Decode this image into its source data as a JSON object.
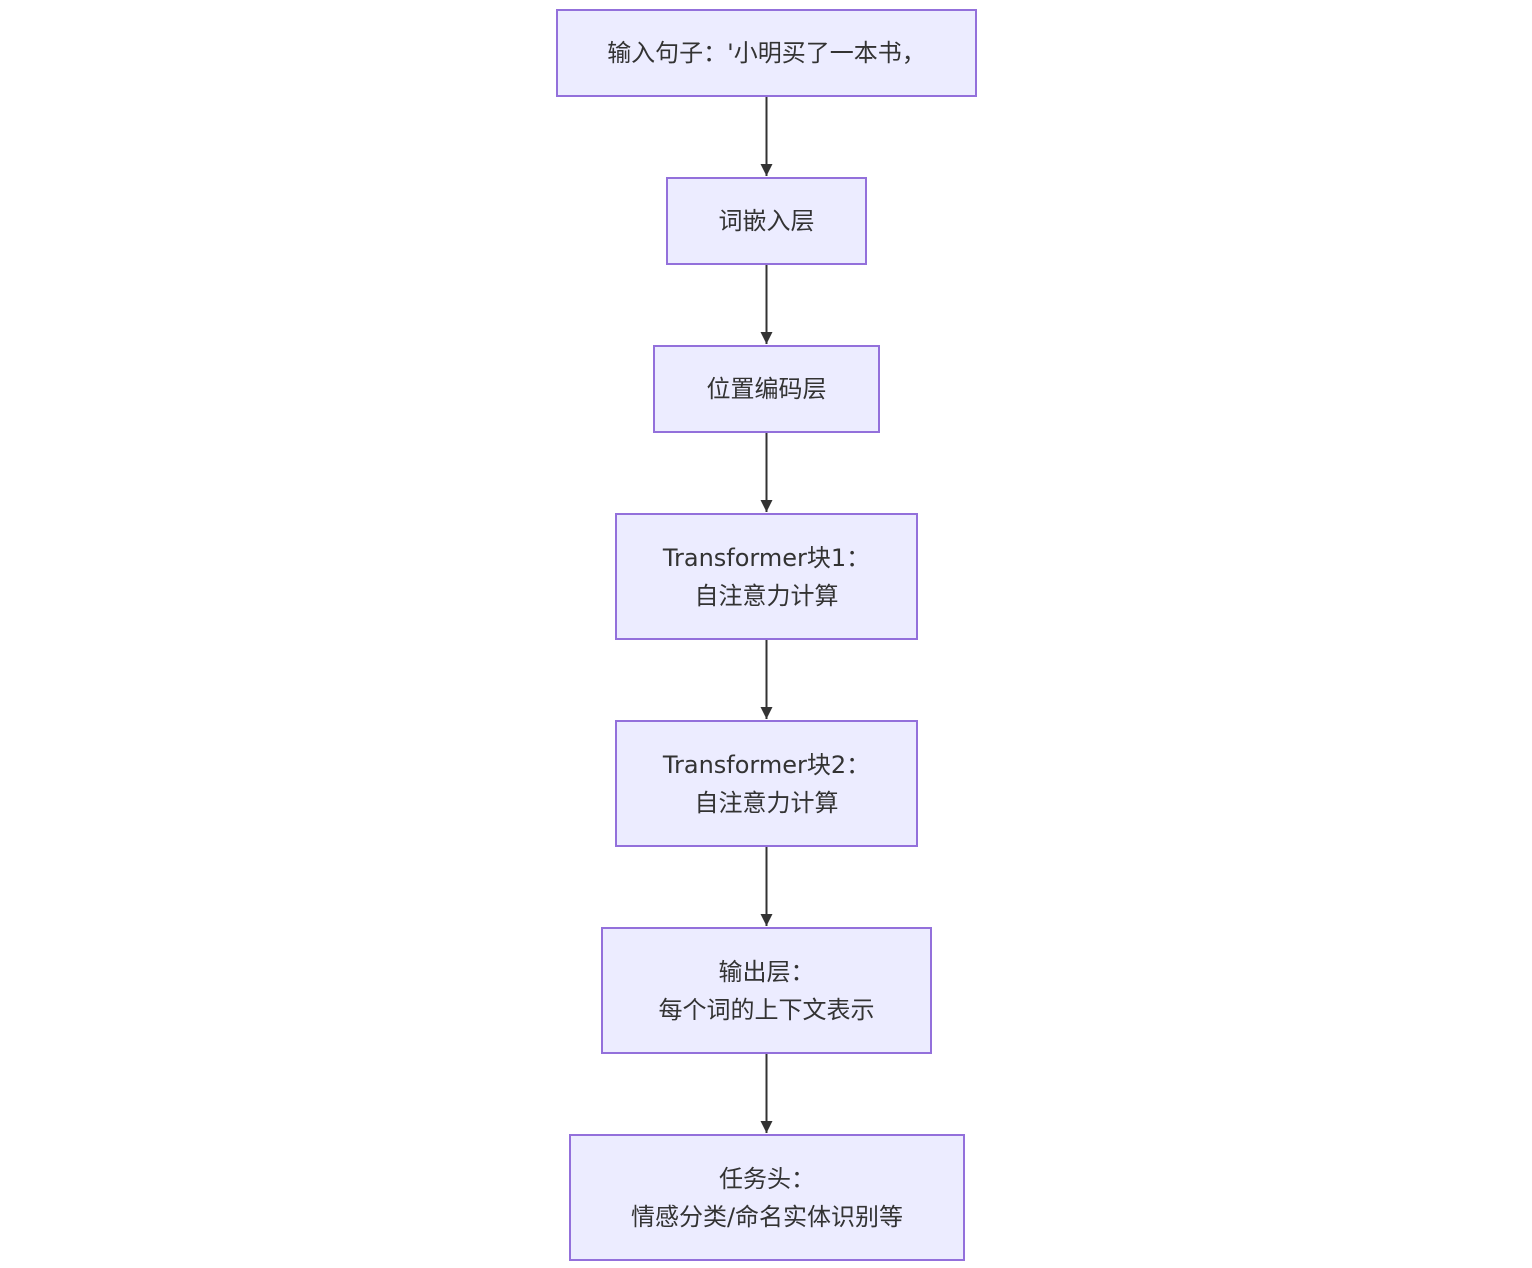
{
  "nodes": [
    {
      "id": "input",
      "lines": [
        "输入句子：'小明买了一本书，"
      ]
    },
    {
      "id": "embedding",
      "lines": [
        "词嵌入层"
      ]
    },
    {
      "id": "position",
      "lines": [
        "位置编码层"
      ]
    },
    {
      "id": "transformer1",
      "lines": [
        "Transformer块1：",
        "自注意力计算"
      ]
    },
    {
      "id": "transformer2",
      "lines": [
        "Transformer块2：",
        "自注意力计算"
      ]
    },
    {
      "id": "output",
      "lines": [
        "输出层：",
        "每个词的上下文表示"
      ]
    },
    {
      "id": "task-head",
      "lines": [
        "任务头：",
        "情感分类/命名实体识别等"
      ]
    }
  ],
  "edges": [
    {
      "from": "input",
      "to": "embedding"
    },
    {
      "from": "embedding",
      "to": "position"
    },
    {
      "from": "position",
      "to": "transformer1"
    },
    {
      "from": "transformer1",
      "to": "transformer2"
    },
    {
      "from": "transformer2",
      "to": "output"
    },
    {
      "from": "output",
      "to": "task-head"
    }
  ],
  "colors": {
    "node_fill": "#ececff",
    "node_border": "#9370db",
    "text": "#333333",
    "edge": "#333333"
  }
}
